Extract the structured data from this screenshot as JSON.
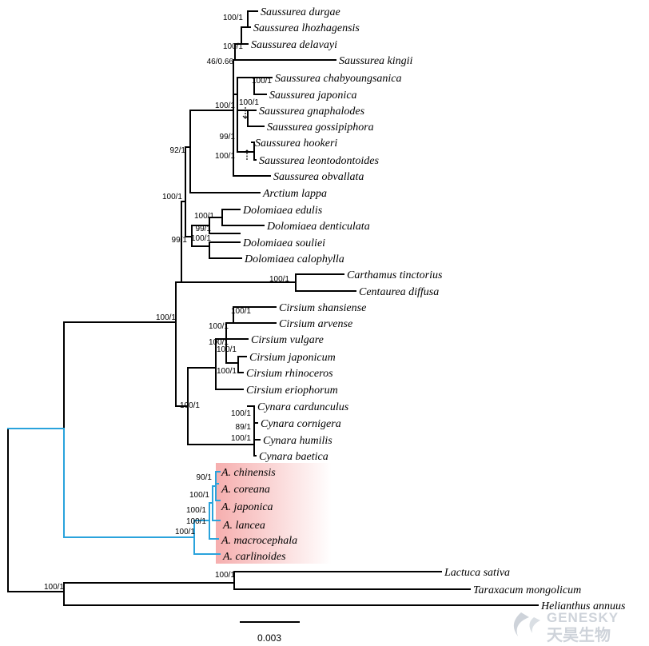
{
  "tree": {
    "tips": [
      "Saussurea durgae",
      "Saussurea lhozhagensis",
      "Saussurea delavayi",
      "Saussurea kingii",
      "Saussurea chabyoungsanica",
      "Saussurea japonica",
      "Saussurea gnaphalodes",
      "Saussurea gossipiphora",
      "Saussurea hookeri",
      "Saussurea leontodontoides",
      "Saussurea obvallata",
      "Arctium lappa",
      "Dolomiaea edulis",
      "Dolomiaea denticulata",
      "Dolomiaea souliei",
      "Dolomiaea calophylla",
      "Carthamus tinctorius",
      "Centaurea diffusa",
      "Cirsium shansiense",
      "Cirsium arvense",
      "Cirsium vulgare",
      "Cirsium japonicum",
      "Cirsium rhinoceros",
      "Cirsium eriophorum",
      "Cynara cardunculus",
      "Cynara cornigera",
      "Cynara humilis",
      "Cynara baetica",
      "A. chinensis",
      "A. coreana",
      "A. japonica",
      "A. lancea",
      "A. macrocephala",
      "A. carlinoides",
      "Lactuca sativa",
      "Taraxacum mongolicum",
      "Helianthus annuus"
    ],
    "supports": [
      "100/1",
      "100/1",
      "46/0.66",
      "100/1",
      "100/1",
      "100/1",
      "99/1",
      "100/1",
      "92/1",
      "100/1",
      "100/1",
      "99/1",
      "100/1",
      "99/1",
      "100/1",
      "100/1",
      "100/1",
      "100/1",
      "100/1",
      "100/1",
      "100/1",
      "100/1",
      "89/1",
      "100/1",
      "100/1",
      "90/1",
      "100/1",
      "100/1",
      "100/1",
      "100/1",
      "100/1",
      "100/1"
    ],
    "highlight_color": "#f4a0a0",
    "branch_color": "#000000",
    "clade_color": "#2aa3dc"
  },
  "scale_bar": {
    "label": "0.003"
  },
  "watermark": {
    "brand": "GENESKY",
    "brand_cn": "天昊生物"
  }
}
